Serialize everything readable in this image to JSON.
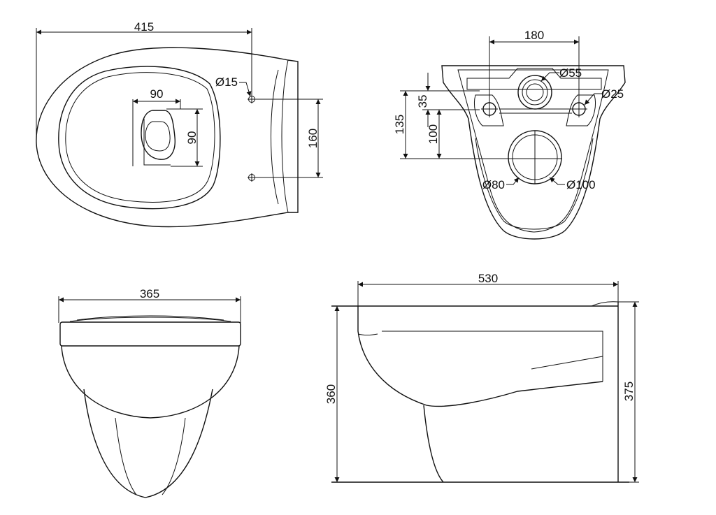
{
  "views": {
    "top": {
      "width": "415",
      "hole_diameter": "Ø15",
      "hole_spacing": "160",
      "outlet_width": "90",
      "outlet_depth": "90"
    },
    "rear": {
      "inlet_spacing": "180",
      "pipe_diameter": "Ø55",
      "fixing_diameter": "Ø25",
      "offset_small": "35",
      "offset_total": "135",
      "offset_mid": "100",
      "outlet_inner": "Ø80",
      "outlet_outer": "Ø100"
    },
    "front": {
      "width": "365"
    },
    "side": {
      "length": "530",
      "height_rim": "360",
      "height_total": "375"
    }
  }
}
